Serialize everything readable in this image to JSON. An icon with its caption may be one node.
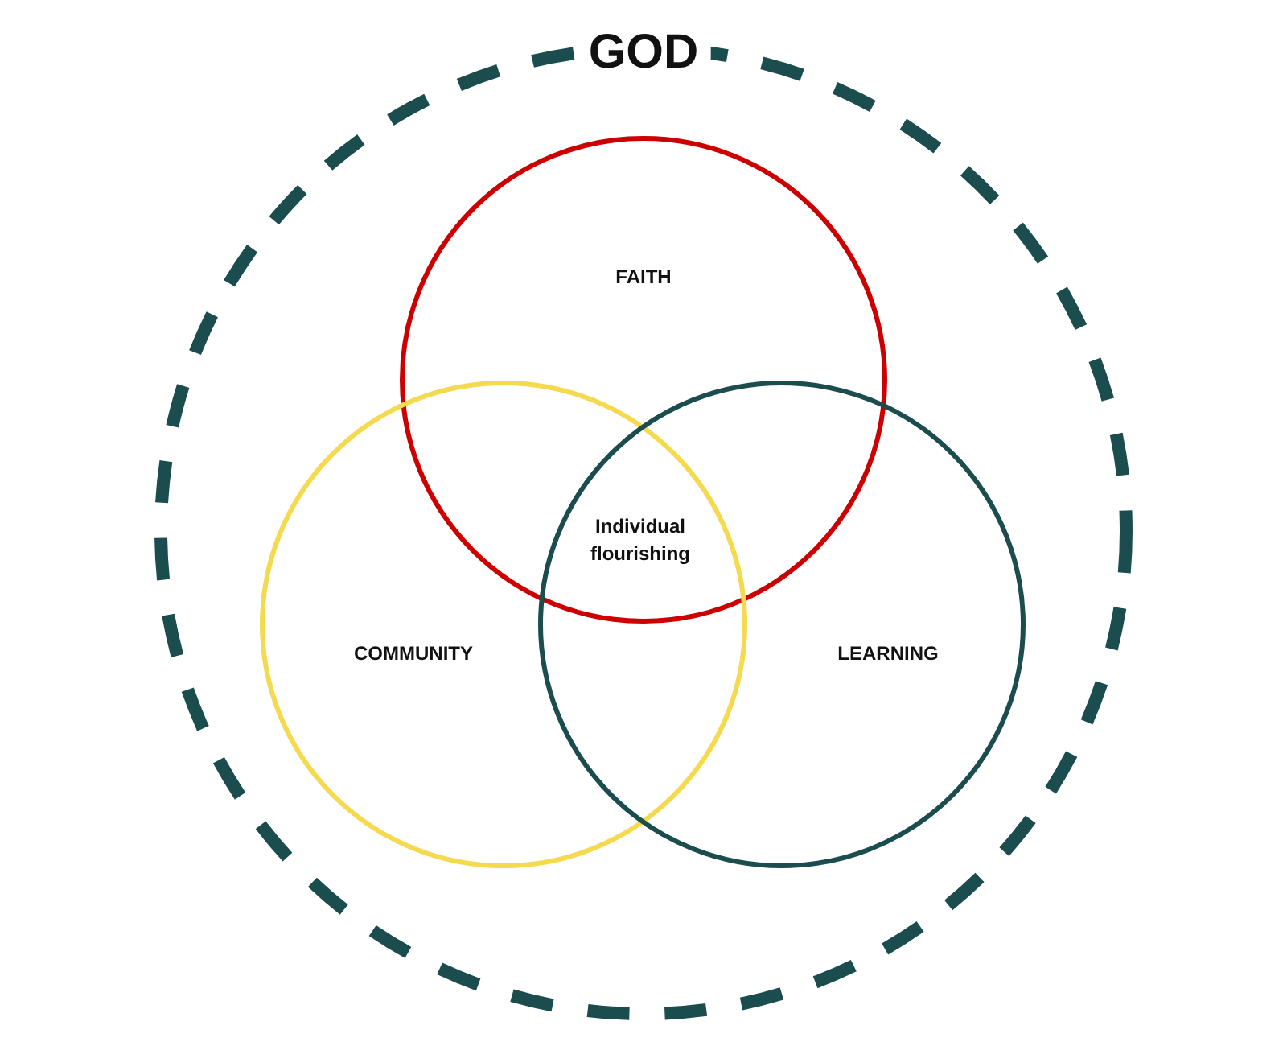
{
  "diagram": {
    "nodes": [
      {
        "text": [
          "GOD"
        ]
      },
      {
        "text": [
          "FAITH"
        ],
        "in": 0
      },
      {
        "text": [
          "COMMUNITY"
        ],
        "in": 0
      },
      {
        "text": [
          "LEARNING"
        ],
        "in": 0
      }
    ],
    "labels": [
      "Individual flourishing"
    ]
  }
}
